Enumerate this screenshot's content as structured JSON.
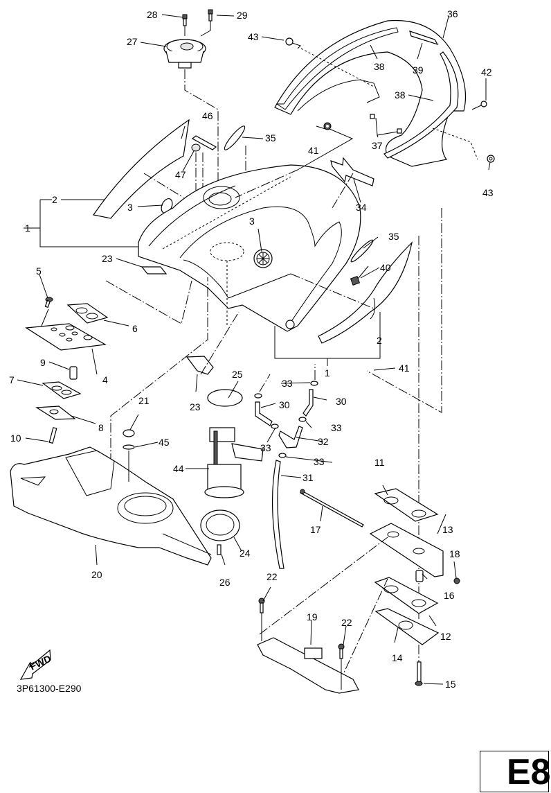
{
  "diagram": {
    "title": "Fuel tank exploded parts diagram",
    "figure_code": "3P61300-E290",
    "page_label": "E8",
    "direction_marker": "FWD",
    "callouts": [
      {
        "id": "c28",
        "text": "28"
      },
      {
        "id": "c29",
        "text": "29"
      },
      {
        "id": "c27",
        "text": "27"
      },
      {
        "id": "c43a",
        "text": "43"
      },
      {
        "id": "c36",
        "text": "36"
      },
      {
        "id": "c38a",
        "text": "38"
      },
      {
        "id": "c39",
        "text": "39"
      },
      {
        "id": "c38b",
        "text": "38"
      },
      {
        "id": "c42",
        "text": "42"
      },
      {
        "id": "c46",
        "text": "46"
      },
      {
        "id": "c35a",
        "text": "35"
      },
      {
        "id": "c47",
        "text": "47"
      },
      {
        "id": "c41a",
        "text": "41"
      },
      {
        "id": "c37",
        "text": "37"
      },
      {
        "id": "c43b",
        "text": "43"
      },
      {
        "id": "c2a",
        "text": "2"
      },
      {
        "id": "c3a",
        "text": "3"
      },
      {
        "id": "c34",
        "text": "34"
      },
      {
        "id": "c1a",
        "text": "1"
      },
      {
        "id": "c3b",
        "text": "3"
      },
      {
        "id": "c35b",
        "text": "35"
      },
      {
        "id": "c23a",
        "text": "23"
      },
      {
        "id": "c40",
        "text": "40"
      },
      {
        "id": "c5",
        "text": "5"
      },
      {
        "id": "c6",
        "text": "6"
      },
      {
        "id": "c4",
        "text": "4"
      },
      {
        "id": "c2b",
        "text": "2"
      },
      {
        "id": "c9",
        "text": "9"
      },
      {
        "id": "c1b",
        "text": "1"
      },
      {
        "id": "c41b",
        "text": "41"
      },
      {
        "id": "c7",
        "text": "7"
      },
      {
        "id": "c23b",
        "text": "23"
      },
      {
        "id": "c25",
        "text": "25"
      },
      {
        "id": "c33a",
        "text": "33"
      },
      {
        "id": "c33b",
        "text": "33"
      },
      {
        "id": "c30a",
        "text": "30"
      },
      {
        "id": "c30b",
        "text": "30"
      },
      {
        "id": "c21",
        "text": "21"
      },
      {
        "id": "c8",
        "text": "8"
      },
      {
        "id": "c33c",
        "text": "33"
      },
      {
        "id": "c33d",
        "text": "33"
      },
      {
        "id": "c32",
        "text": "32"
      },
      {
        "id": "c45",
        "text": "45"
      },
      {
        "id": "c10",
        "text": "10"
      },
      {
        "id": "c33e",
        "text": "33"
      },
      {
        "id": "c44",
        "text": "44"
      },
      {
        "id": "c31",
        "text": "31"
      },
      {
        "id": "c11",
        "text": "11"
      },
      {
        "id": "c17",
        "text": "17"
      },
      {
        "id": "c13",
        "text": "13"
      },
      {
        "id": "c24",
        "text": "24"
      },
      {
        "id": "c18",
        "text": "18"
      },
      {
        "id": "c20",
        "text": "20"
      },
      {
        "id": "c26",
        "text": "26"
      },
      {
        "id": "c16",
        "text": "16"
      },
      {
        "id": "c22a",
        "text": "22"
      },
      {
        "id": "c19",
        "text": "19"
      },
      {
        "id": "c22b",
        "text": "22"
      },
      {
        "id": "c12",
        "text": "12"
      },
      {
        "id": "c14",
        "text": "14"
      },
      {
        "id": "c15",
        "text": "15"
      }
    ]
  }
}
